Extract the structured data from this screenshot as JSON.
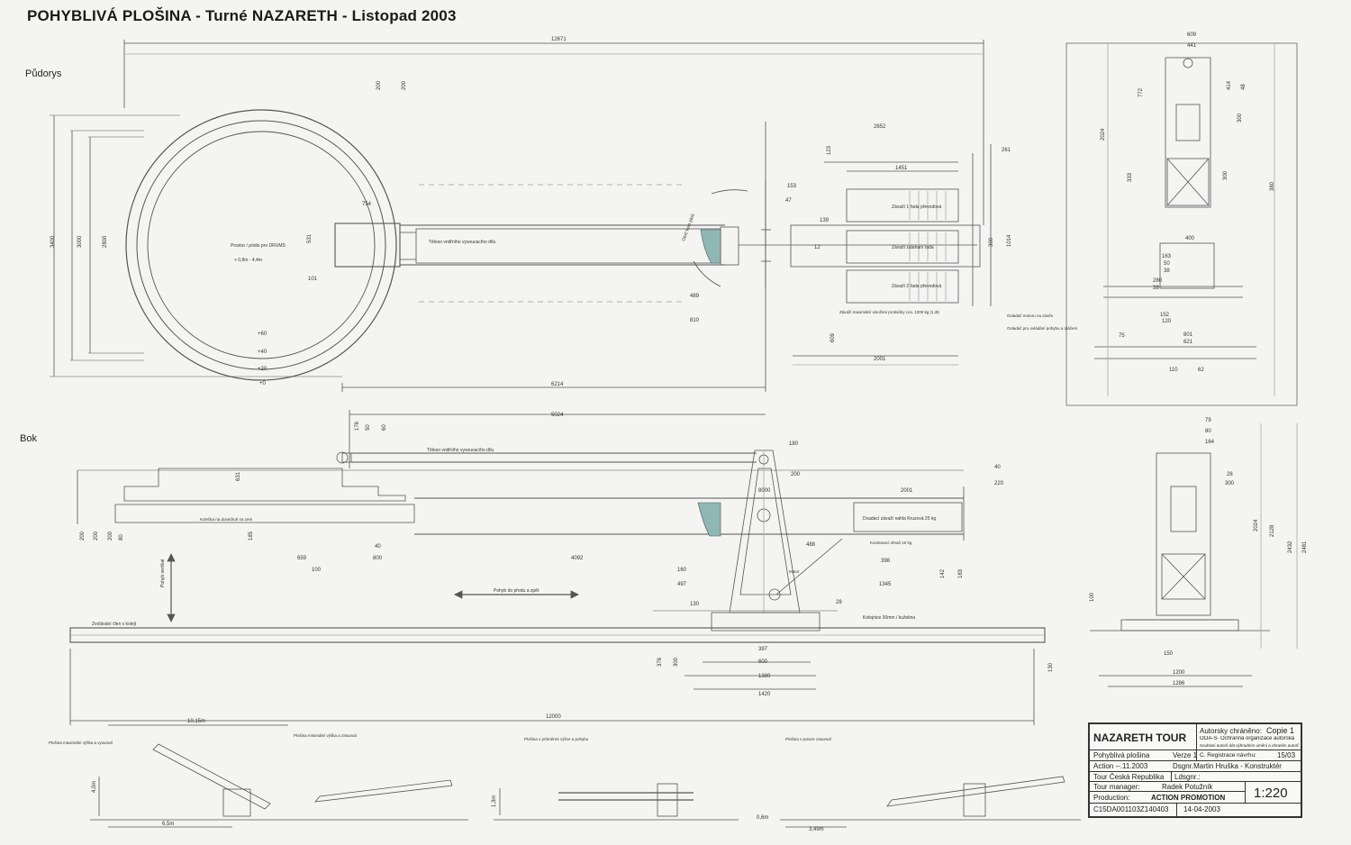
{
  "title": "POHYBLIVÁ PLOŠINA - Turné NAZARETH - Listopad 2003",
  "sections": {
    "plan": "Půdorys",
    "side": "Bok"
  },
  "plan_dims": {
    "total_length": "12671",
    "d1": "200",
    "d2": "200",
    "d3": "3400",
    "d4": "3000",
    "d5": "2800",
    "d6": "754",
    "d7": "531",
    "d8": "101",
    "d9": "+60",
    "d10": "+40",
    "d11": "+20",
    "d12": "+0",
    "d13": "6214",
    "d14": "489",
    "d15": "810",
    "d16": "153",
    "d17": "47",
    "d18": "2652",
    "d19": "1451",
    "d20": "261",
    "d21": "139",
    "d22": "12",
    "d23": "300",
    "d24": "1014",
    "d25": "2001",
    "d26": "609",
    "d27": "123"
  },
  "plan_labels": {
    "drums": "Prostor / pódio pro DRUMS",
    "drums_h": "+ 0,8m - 4,4m",
    "arm": "Těleso vnitřního vysouvacího dílu",
    "weight1": "Závaží 1 řada převodová",
    "weight_mid": "Závaží zálahání řada",
    "weight2": "Závaží 2 řada převodová",
    "weight_note": "Závaží maximální vinoženi protiváhy cca. 1300 kg (1,3t)",
    "motor": "Ovladač motoru na závěs",
    "drive": "Ovladač pro ovládání pohybu a otáčení",
    "swing": "Otoč kolo ploš."
  },
  "side_dims": {
    "d1": "5024",
    "d2": "176",
    "d3": "50",
    "d4": "60",
    "d5": "180",
    "d6": "40",
    "d7": "220",
    "d8": "2001",
    "d9": "200",
    "d10": "8000",
    "d11": "631",
    "d12": "200",
    "d13": "200",
    "d14": "200",
    "d15": "80",
    "d16": "185",
    "d17": "659",
    "d18": "100",
    "d19": "800",
    "d20": "4092",
    "d21": "40",
    "d22": "488",
    "d23": "398",
    "d24": "1345",
    "d25": "142",
    "d26": "183",
    "d27": "160",
    "d28": "497",
    "d29": "130",
    "d30": "28",
    "d31": "397",
    "d32": "600",
    "d33": "1380",
    "d34": "1420",
    "d35": "376",
    "d36": "300",
    "d37": "130",
    "d38": "12000"
  },
  "side_labels": {
    "arm": "Těleso vnitřního vysouvacího dílu",
    "wheel": "Kolečka na dosedrutí na zem",
    "counter": "Dvadací závaží nahla Kruzová 25 kg",
    "move": "Pohyb do předu a zpět",
    "vertical": "Pohyb vertikal",
    "rail": "Zvolávání člen s kolejí",
    "rail2": "Kolejnice 30mm / kuželina",
    "motor": "Motor",
    "clamp": "Kondosací ohraň 16 kg"
  },
  "right_dims": {
    "r1": "609",
    "r2": "441",
    "r3": "772",
    "r4": "414",
    "r5": "48",
    "r6": "300",
    "r7": "2024",
    "r8": "333",
    "r9": "300",
    "r10": "380",
    "r11": "400",
    "r12": "163",
    "r13": "50",
    "r14": "38",
    "r15": "280",
    "r16": "38",
    "r17": "152",
    "r18": "120",
    "r19": "75",
    "r20": "801",
    "r21": "621",
    "r22": "110",
    "r23": "62",
    "s1": "79",
    "s2": "80",
    "s3": "164",
    "s4": "300",
    "s5": "28",
    "s6": "2024",
    "s7": "2128",
    "s8": "2432",
    "s9": "2481",
    "s10": "150",
    "s11": "1200",
    "s12": "1286",
    "s13": "100"
  },
  "bottom": {
    "note1": "Plošina maximální výška a vysunutí",
    "note2": "Plošina minimální výška a zasunutí",
    "note3": "Plošina v průměrné výšce a pohybu",
    "note4": "Plošina v poloze zasunutí",
    "d1": "10,15m",
    "d2": "4,0m",
    "d3": "6,5m",
    "d4": "1,3m",
    "d5": "0,6m",
    "d6": "3,49m"
  },
  "title_block": {
    "project": "NAZARETH TOUR",
    "rights_label": "Autorsky chráněno:",
    "copy": "Copie 1",
    "oss": "OOA-S- Ochranná organizace autorská",
    "rights_note": "Souhlasí autorů dát výhradním umění a ohraněn autorů audiovizuálních děl",
    "item": "Pohyblivá plošina",
    "version": "Verze 1",
    "reg_label": "Č. Registrace návrhu:",
    "reg": "15/03",
    "action": "Action --.11.2003",
    "design": "Dsgnr.Martin Hruška - Konstruktér",
    "tour": "Tour Česká Republika",
    "ldsgnr": "Ldsgnr.:",
    "tm_label": "Tour manager:",
    "tm": "Radek Potužník",
    "prod_label": "Production:",
    "prod": "ACTION PROMOTION",
    "scale": "1:220",
    "code": "C15DA001103Z140403",
    "date": "14-04-2003"
  },
  "colors": {
    "paper": "#f4f4f2",
    "line": "#555555",
    "accent": "#8fb8b4"
  }
}
